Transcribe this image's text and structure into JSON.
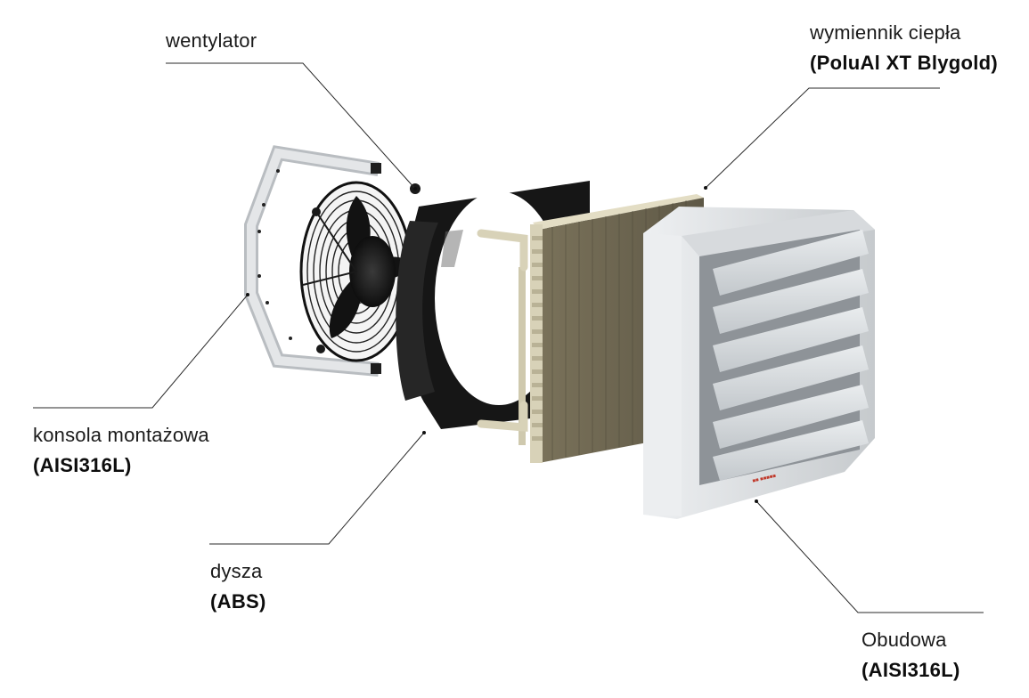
{
  "diagram": {
    "type": "exploded-view",
    "subject": "air heater unit components",
    "components": [
      {
        "id": "fan",
        "name": "wentylator",
        "material": null
      },
      {
        "id": "heat-exchanger",
        "name": "wymiennik ciepła",
        "material": "(PoluAl XT Blygold)"
      },
      {
        "id": "mounting-bracket",
        "name": "konsola montażowa",
        "material": "(AISI316L)"
      },
      {
        "id": "nozzle",
        "name": "dysza",
        "material": "(ABS)"
      },
      {
        "id": "housing",
        "name": "Obudowa",
        "material": "(AISI316L)"
      }
    ]
  },
  "colors": {
    "line": "#2a2a2a",
    "steel": "#d9dcdf",
    "steel_dark": "#9ea3a8",
    "plastic": "#1b1b1b",
    "exchanger_fins": "#6b6450",
    "exchanger_frame": "#d8d2b8"
  }
}
